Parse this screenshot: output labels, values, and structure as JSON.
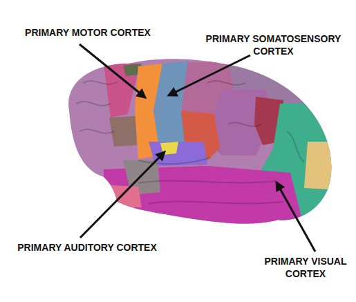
{
  "diagram": {
    "labels": [
      "PRIMARY MOTOR CORTEX",
      "PRIMARY SOMATOSENSORY CORTEX",
      "PRIMARY AUDITORY CORTEX",
      "PRIMARY VISUAL CORTEX"
    ]
  }
}
